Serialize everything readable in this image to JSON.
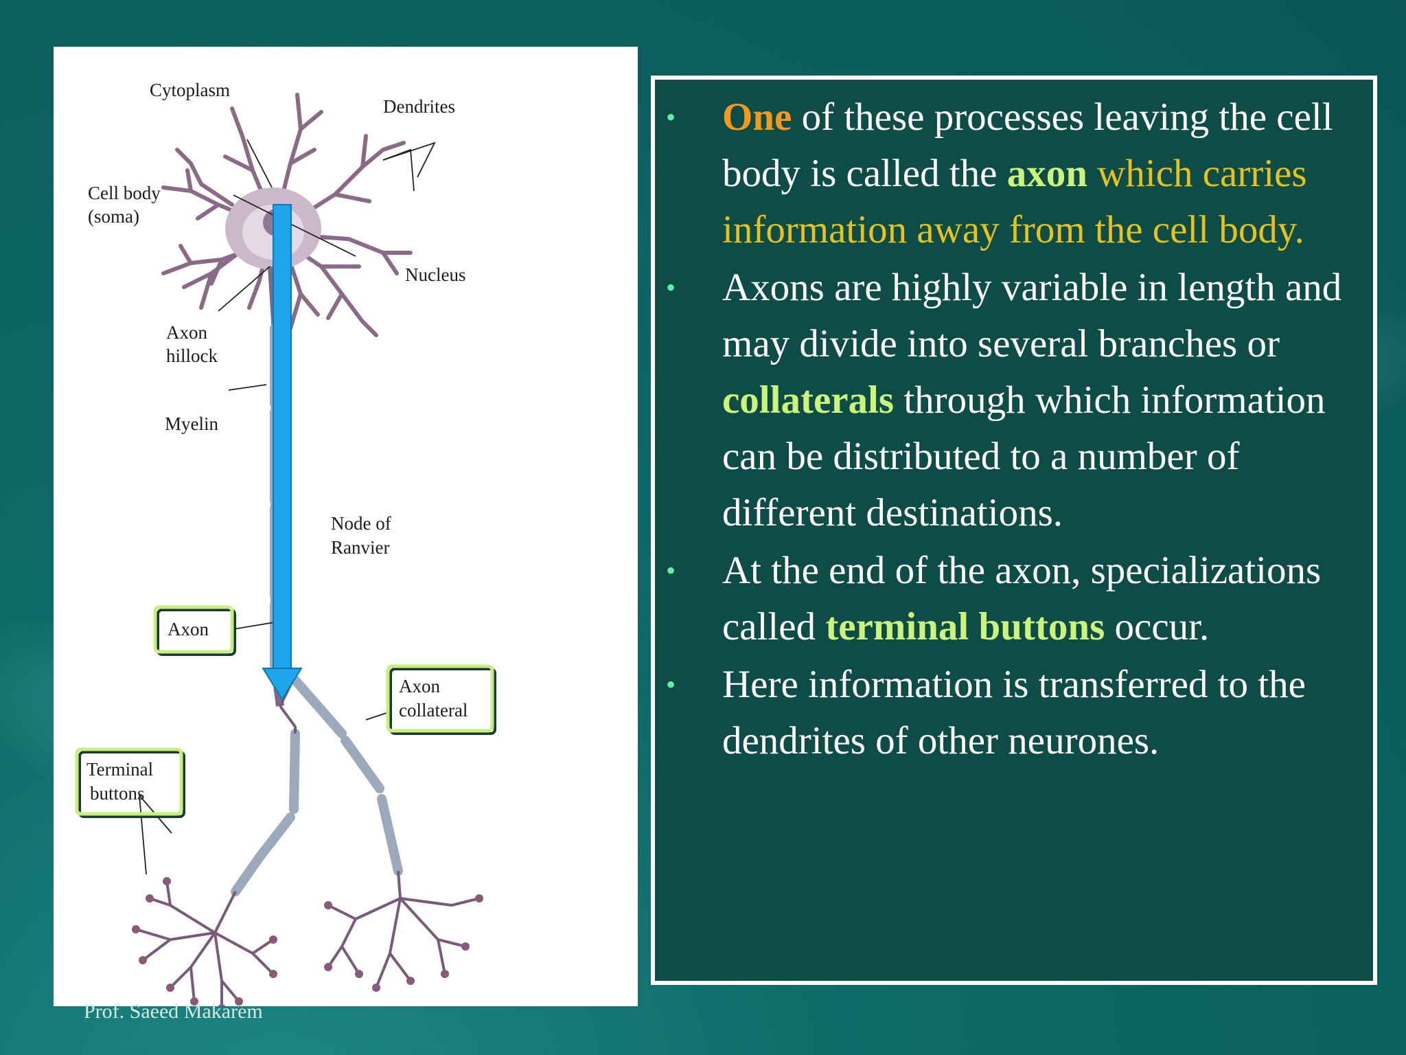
{
  "diagram": {
    "labels": {
      "cytoplasm": "Cytoplasm",
      "dendrites": "Dendrites",
      "cell_body_1": "Cell body",
      "cell_body_2": "(soma)",
      "nucleus": "Nucleus",
      "axon_hillock_1": "Axon",
      "axon_hillock_2": "hillock",
      "myelin": "Myelin",
      "node_of_ranvier_1": "Node of",
      "node_of_ranvier_2": "Ranvier",
      "axon": "Axon",
      "axon_collateral_1": "Axon",
      "axon_collateral_2": "collateral",
      "terminal_buttons_1": "Terminal",
      "terminal_buttons_2": "buttons"
    },
    "arrow_color": "#1ea6ec",
    "highlight_box_color": "#c6f07c"
  },
  "bullets": [
    {
      "parts": [
        {
          "text": "One",
          "style": "hl-orange"
        },
        {
          "text": " of these processes leaving the cell body is called the ",
          "style": ""
        },
        {
          "text": "axon",
          "style": "hl-green"
        },
        {
          "text": " which carries information away from the cell body.",
          "style": "hl-yellow"
        }
      ]
    },
    {
      "parts": [
        {
          "text": "Axons are highly variable in length and may divide into several branches or ",
          "style": ""
        },
        {
          "text": "collaterals",
          "style": "hl-green"
        },
        {
          "text": " through which information can be distributed to a number of different destinations.",
          "style": ""
        }
      ]
    },
    {
      "parts": [
        {
          "text": "At the end of the axon, specializations called ",
          "style": ""
        },
        {
          "text": "terminal buttons",
          "style": "hl-green"
        },
        {
          "text": " occur.",
          "style": ""
        }
      ]
    },
    {
      "parts": [
        {
          "text": "Here information is transferred to the dendrites of other neurones.",
          "style": ""
        }
      ]
    }
  ],
  "footer": "Prof. Saeed Makarem",
  "colors": {
    "background": "#0b605e",
    "text_box": "#0e4d47",
    "bullet": "#5ff0a8",
    "orange": "#f39a1c",
    "green": "#ccf47a",
    "yellow": "#e7c21a"
  }
}
